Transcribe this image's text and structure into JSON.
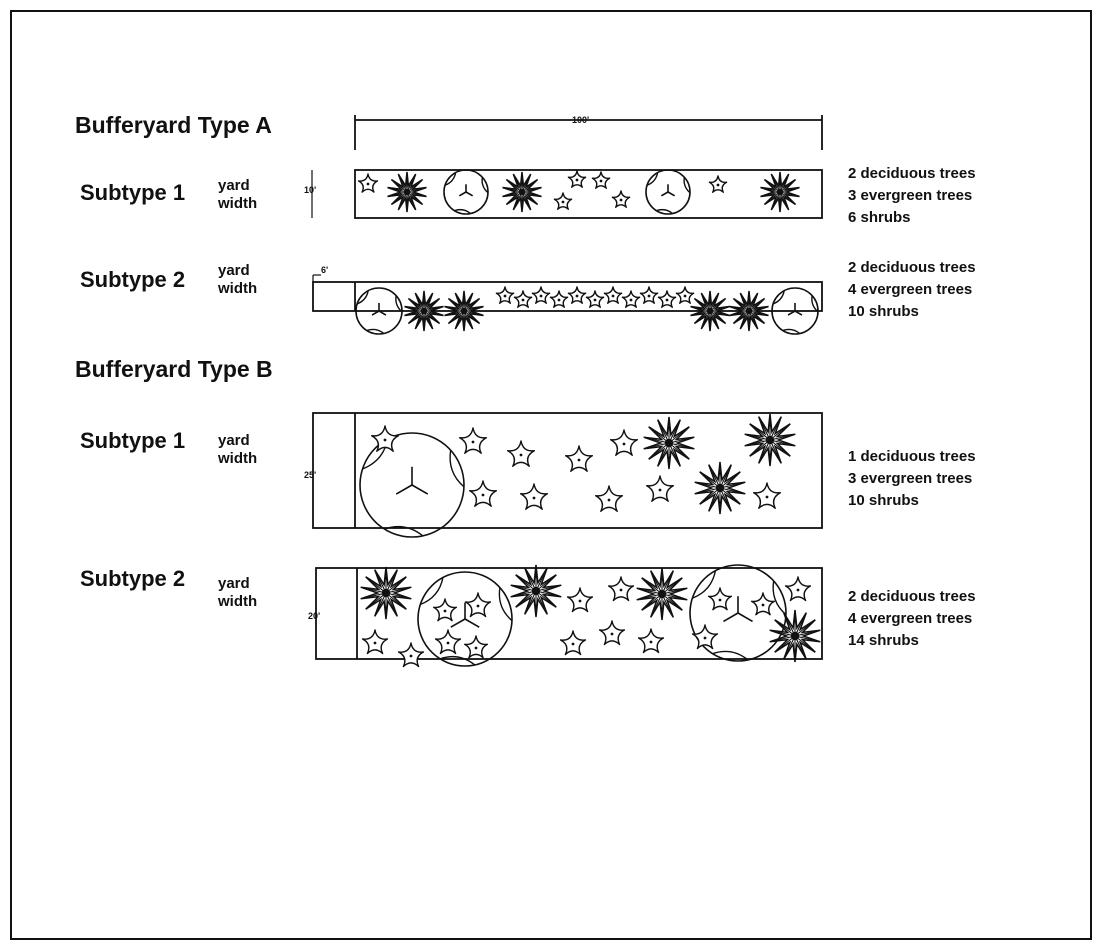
{
  "type_a": {
    "heading": "Bufferyard Type A",
    "length_label": "100'",
    "subtype_1": {
      "label": "Subtype 1",
      "yard_line1": "yard",
      "yard_line2": "width",
      "width_label": "10'",
      "counts": [
        "2 deciduous trees",
        "3 evergreen trees",
        "6 shrubs"
      ]
    },
    "subtype_2": {
      "label": "Subtype 2",
      "yard_line1": "yard",
      "yard_line2": "width",
      "width_label": "6'",
      "counts": [
        "2 deciduous trees",
        "4 evergreen trees",
        "10 shrubs"
      ]
    }
  },
  "type_b": {
    "heading": "Bufferyard Type B",
    "subtype_1": {
      "label": "Subtype 1",
      "yard_line1": "yard",
      "yard_line2": "width",
      "width_label": "25'",
      "counts": [
        "1 deciduous trees",
        "3 evergreen trees",
        "10 shrubs"
      ]
    },
    "subtype_2": {
      "label": "Subtype 2",
      "yard_line1": "yard",
      "yard_line2": "width",
      "width_label": "20'",
      "counts": [
        "2 deciduous trees",
        "4 evergreen trees",
        "14 shrubs"
      ]
    }
  },
  "legend_symbols": {
    "deciduous": "deciduous-tree-icon",
    "evergreen": "evergreen-tree-icon",
    "shrub": "shrub-icon"
  }
}
